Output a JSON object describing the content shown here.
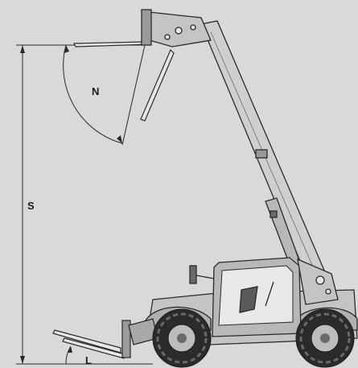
{
  "diagram": {
    "labels": {
      "height": "S",
      "tilt_angle": "N",
      "ground_angle": "L"
    },
    "colors": {
      "background": "#d9d9d9",
      "machine_fill": "#c4c4c4",
      "machine_dark": "#4a4a4a",
      "line": "#2a2a2a",
      "tire": "#2b2b2b"
    }
  }
}
